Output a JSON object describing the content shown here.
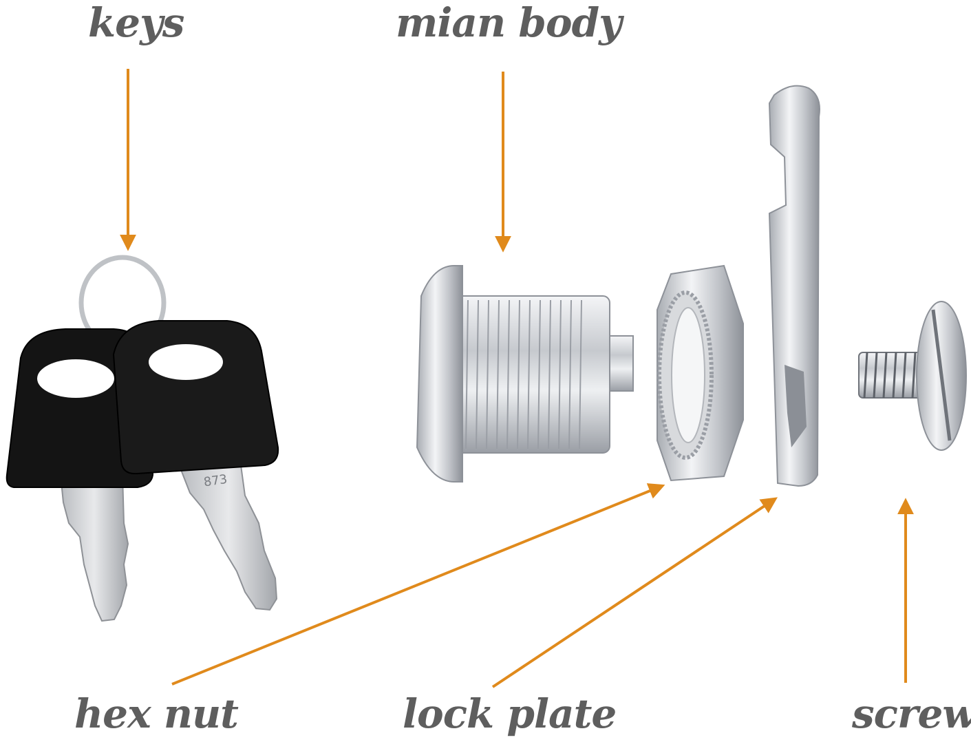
{
  "labels": {
    "keys": "keys",
    "main_body": "mian body",
    "hex_nut": "hex nut",
    "lock_plate": "lock plate",
    "screw": "screw"
  },
  "key_stamp": "873",
  "colors": {
    "arrow": "#e08a1c",
    "label_text": "#5e5e5e",
    "key_head": "#151515",
    "metal": "#c9ccd1"
  }
}
